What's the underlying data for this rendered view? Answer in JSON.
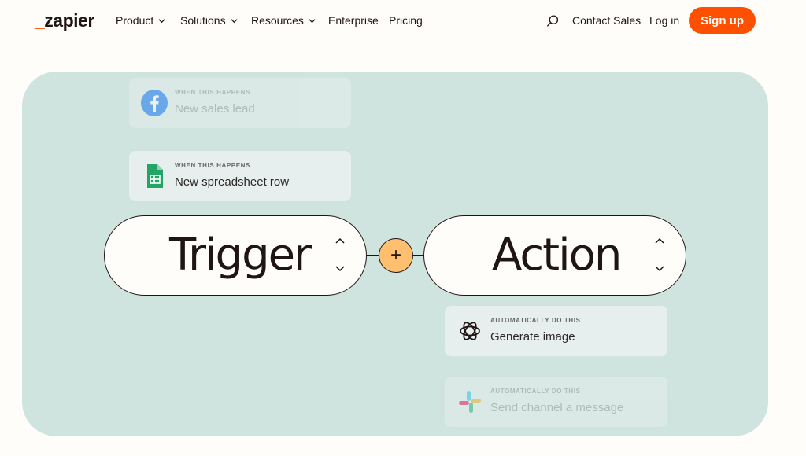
{
  "header": {
    "logo_mark": "_",
    "logo_text": "zapier",
    "nav": [
      {
        "label": "Product",
        "has_dropdown": true
      },
      {
        "label": "Solutions",
        "has_dropdown": true
      },
      {
        "label": "Resources",
        "has_dropdown": true
      },
      {
        "label": "Enterprise",
        "has_dropdown": false
      },
      {
        "label": "Pricing",
        "has_dropdown": false
      }
    ],
    "search_icon": "search-icon",
    "contact_sales": "Contact Sales",
    "login": "Log in",
    "signup": "Sign up"
  },
  "colors": {
    "brand_orange": "#ff4f00",
    "panel_bg": "#cfe3df",
    "plus_bg": "#ffbf6e",
    "page_bg": "#fffdf9"
  },
  "hero": {
    "trigger_cards": [
      {
        "eyebrow": "WHEN THIS HAPPENS",
        "label": "New sales lead",
        "icon": "facebook-icon"
      },
      {
        "eyebrow": "WHEN THIS HAPPENS",
        "label": "New spreadsheet row",
        "icon": "google-sheets-icon"
      }
    ],
    "trigger_word": "Trigger",
    "action_word": "Action",
    "plus_symbol": "+",
    "action_cards": [
      {
        "eyebrow": "AUTOMATICALLY DO THIS",
        "label": "Generate image",
        "icon": "openai-icon"
      },
      {
        "eyebrow": "AUTOMATICALLY DO THIS",
        "label": "Send channel a message",
        "icon": "slack-icon"
      }
    ]
  }
}
